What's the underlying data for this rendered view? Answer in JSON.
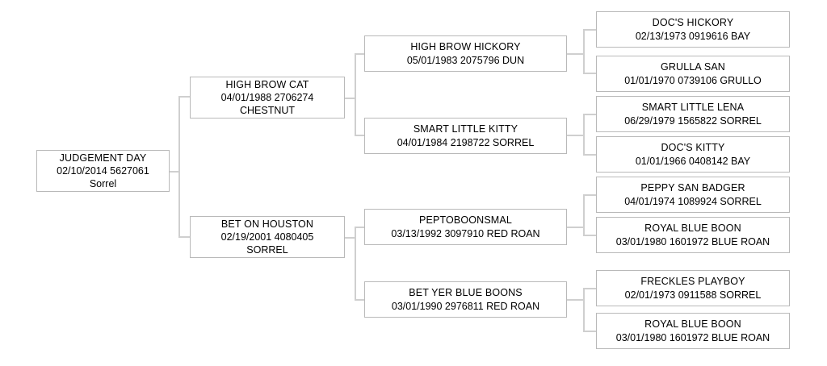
{
  "chart_data": {
    "type": "diagram",
    "title": "Horse pedigree chart",
    "generations": 4
  },
  "colors": {
    "background": "#ffffff",
    "box_border": "#b9b9b9",
    "connector": "#cfcfcf",
    "text": "#000000"
  },
  "tree": {
    "subject": {
      "name": "JUDGEMENT DAY",
      "detail": "02/10/2014 5627061",
      "color": "Sorrel"
    },
    "generation2": [
      {
        "name": "HIGH BROW CAT",
        "detail": "04/01/1988 2706274",
        "color": "CHESTNUT"
      },
      {
        "name": "BET ON HOUSTON",
        "detail": "02/19/2001 4080405",
        "color": "SORREL"
      }
    ],
    "generation3": [
      {
        "name": "HIGH BROW HICKORY",
        "detail": "05/01/1983 2075796 DUN"
      },
      {
        "name": "SMART LITTLE KITTY",
        "detail": "04/01/1984 2198722 SORREL"
      },
      {
        "name": "PEPTOBOONSMAL",
        "detail": "03/13/1992 3097910 RED ROAN"
      },
      {
        "name": "BET YER BLUE BOONS",
        "detail": "03/01/1990 2976811 RED ROAN"
      }
    ],
    "generation4": [
      {
        "name": "DOC'S HICKORY",
        "detail": "02/13/1973 0919616 BAY"
      },
      {
        "name": "GRULLA SAN",
        "detail": "01/01/1970 0739106 GRULLO"
      },
      {
        "name": "SMART LITTLE LENA",
        "detail": "06/29/1979 1565822 SORREL"
      },
      {
        "name": "DOC'S KITTY",
        "detail": "01/01/1966 0408142 BAY"
      },
      {
        "name": "PEPPY SAN BADGER",
        "detail": "04/01/1974 1089924 SORREL"
      },
      {
        "name": "ROYAL BLUE BOON",
        "detail": "03/01/1980 1601972 BLUE ROAN"
      },
      {
        "name": "FRECKLES PLAYBOY",
        "detail": "02/01/1973 0911588 SORREL"
      },
      {
        "name": "ROYAL BLUE BOON",
        "detail": "03/01/1980 1601972 BLUE ROAN"
      }
    ]
  }
}
